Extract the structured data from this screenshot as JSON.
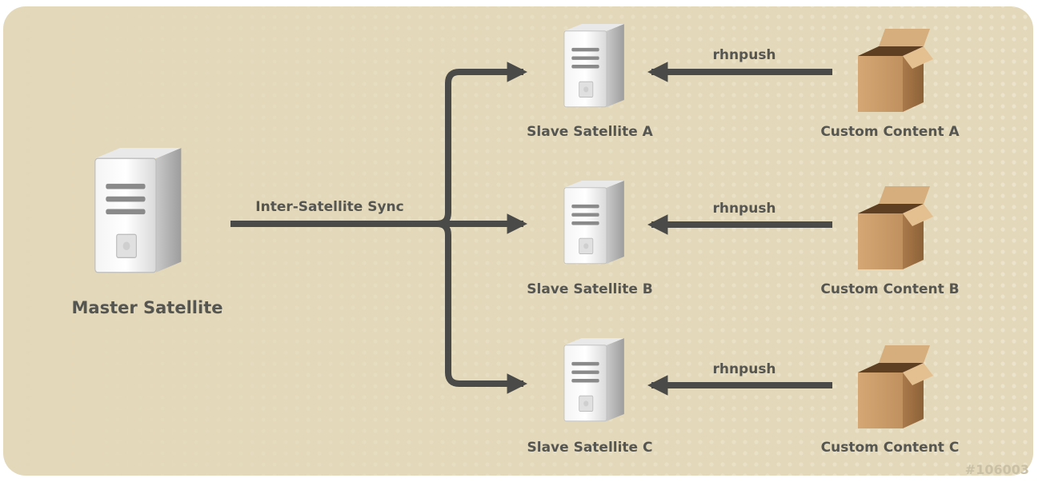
{
  "diagram": {
    "master": {
      "label": "Master Satellite"
    },
    "sync_label": "Inter-Satellite Sync",
    "push_label": "rhnpush",
    "slaves": [
      {
        "label": "Slave Satellite A"
      },
      {
        "label": "Slave Satellite B"
      },
      {
        "label": "Slave Satellite C"
      }
    ],
    "custom_content": [
      {
        "label": "Custom Content A"
      },
      {
        "label": "Custom Content B"
      },
      {
        "label": "Custom Content C"
      }
    ],
    "figure_id": "#106003",
    "icons": {
      "server": "server-icon",
      "box": "open-box-icon",
      "arrow": "arrow-icon"
    },
    "colors": {
      "background": "#e3d8b9",
      "arrow": "#4a4a49",
      "label": "#555552",
      "watermark": "#c9c0a6"
    }
  }
}
